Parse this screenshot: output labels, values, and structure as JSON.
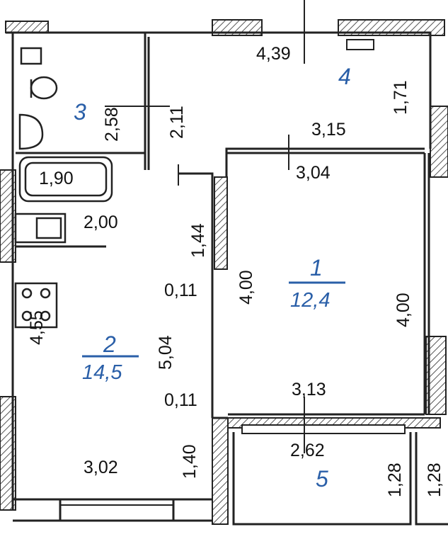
{
  "plan": {
    "rooms": [
      {
        "number": "1",
        "area": "12,4"
      },
      {
        "number": "2",
        "area": "14,5"
      },
      {
        "number": "3"
      },
      {
        "number": "4"
      },
      {
        "number": "5"
      }
    ],
    "dimensions": {
      "hall_top": "4,39",
      "hall_right": "1,71",
      "hall_mid": "3,15",
      "hall_left": "2,11",
      "bath_width": "2,58",
      "bathtub": "1,90",
      "room1_top": "3,04",
      "room1_left": "4,00",
      "room1_right": "4,00",
      "room1_bottom": "3,13",
      "kitchen_top": "2,00",
      "kitchen_door": "1,44",
      "gap_top": "0,11",
      "gap_bottom": "0,11",
      "kitchen_height": "5,04",
      "kitchen_left": "4,55",
      "kitchen_bottom": "3,02",
      "kitchen_low": "1,40",
      "balcony_width": "2,62",
      "balcony_height_left": "1,28",
      "balcony_height_right": "1,28"
    }
  },
  "colors": {
    "wall": "#222222",
    "hatch": "#555555",
    "label": "#2a5fa8"
  }
}
